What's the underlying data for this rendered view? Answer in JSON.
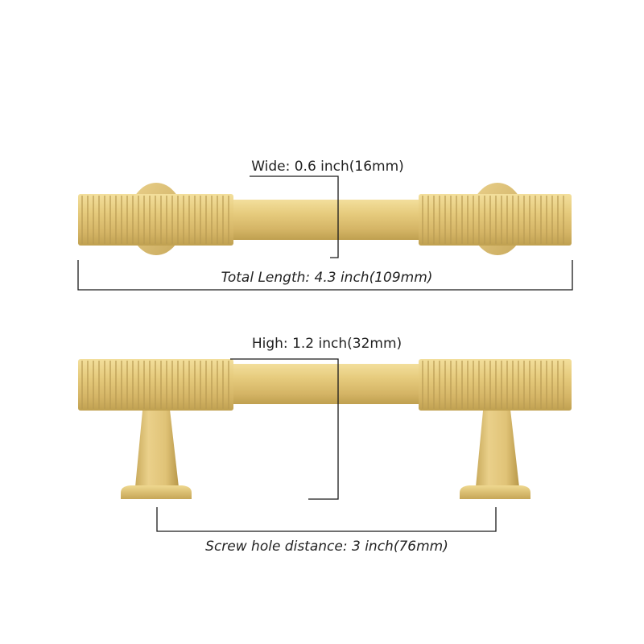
{
  "colors": {
    "brass_light": "#ecd488",
    "brass_mid": "#d7b86a",
    "brass_dark": "#b29245",
    "groove": "#b89a52",
    "dimension_line": "#1a1a1a",
    "text": "#222222",
    "background": "#ffffff"
  },
  "top_view": {
    "wide_label": "Wide: 0.6 inch(16mm)",
    "length_label": "Total Length: 4.3 inch(109mm)"
  },
  "side_view": {
    "high_label": "High: 1.2 inch(32mm)",
    "screw_label": "Screw hole distance: 3 inch(76mm)"
  }
}
